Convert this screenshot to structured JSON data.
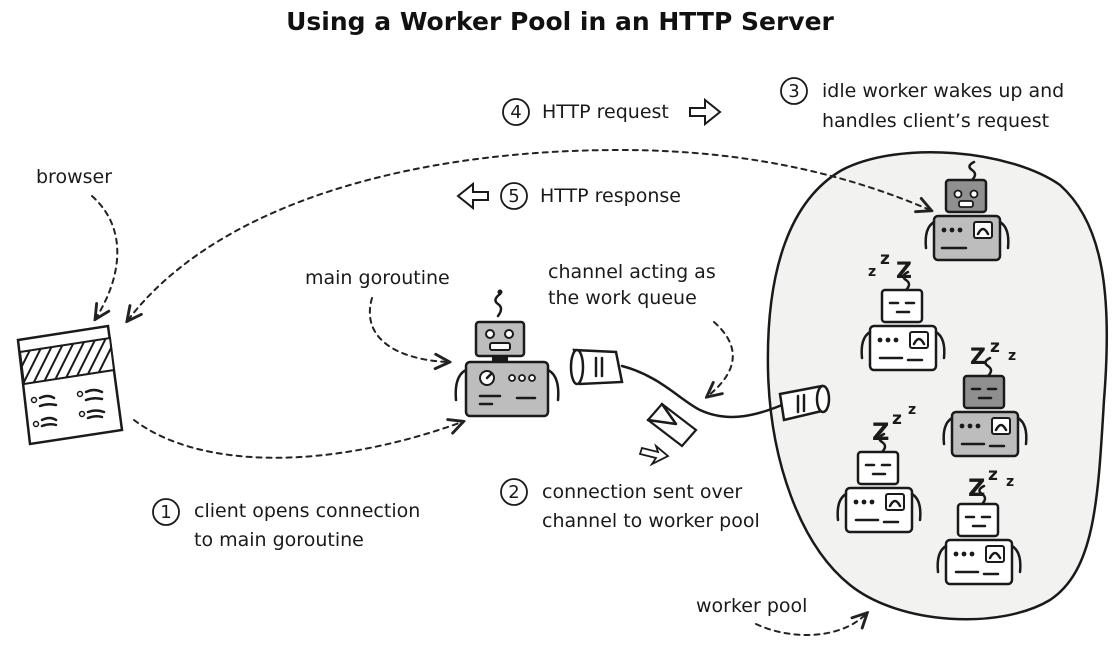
{
  "title": "Using a Worker Pool in an HTTP Server",
  "labels": {
    "browser": "browser",
    "main_goroutine": "main goroutine",
    "channel_line1": "channel acting as",
    "channel_line2": "the work queue",
    "worker_pool": "worker pool"
  },
  "steps": [
    {
      "number": "1",
      "line1": "client opens connection",
      "line2": "to main goroutine"
    },
    {
      "number": "2",
      "line1": "connection sent over",
      "line2": "channel to worker pool"
    },
    {
      "number": "3",
      "line1": "idle worker wakes up and",
      "line2": "handles client’s request"
    },
    {
      "number": "4",
      "line1": "HTTP request",
      "line2": ""
    },
    {
      "number": "5",
      "line1": "HTTP response",
      "line2": ""
    }
  ],
  "sleep_text": "zzZ",
  "colors": {
    "ink": "#1a1a1a",
    "robot_body": "#bdbdbd",
    "robot_dark": "#8f8f8f",
    "pool_fill": "#f2f2f0"
  }
}
